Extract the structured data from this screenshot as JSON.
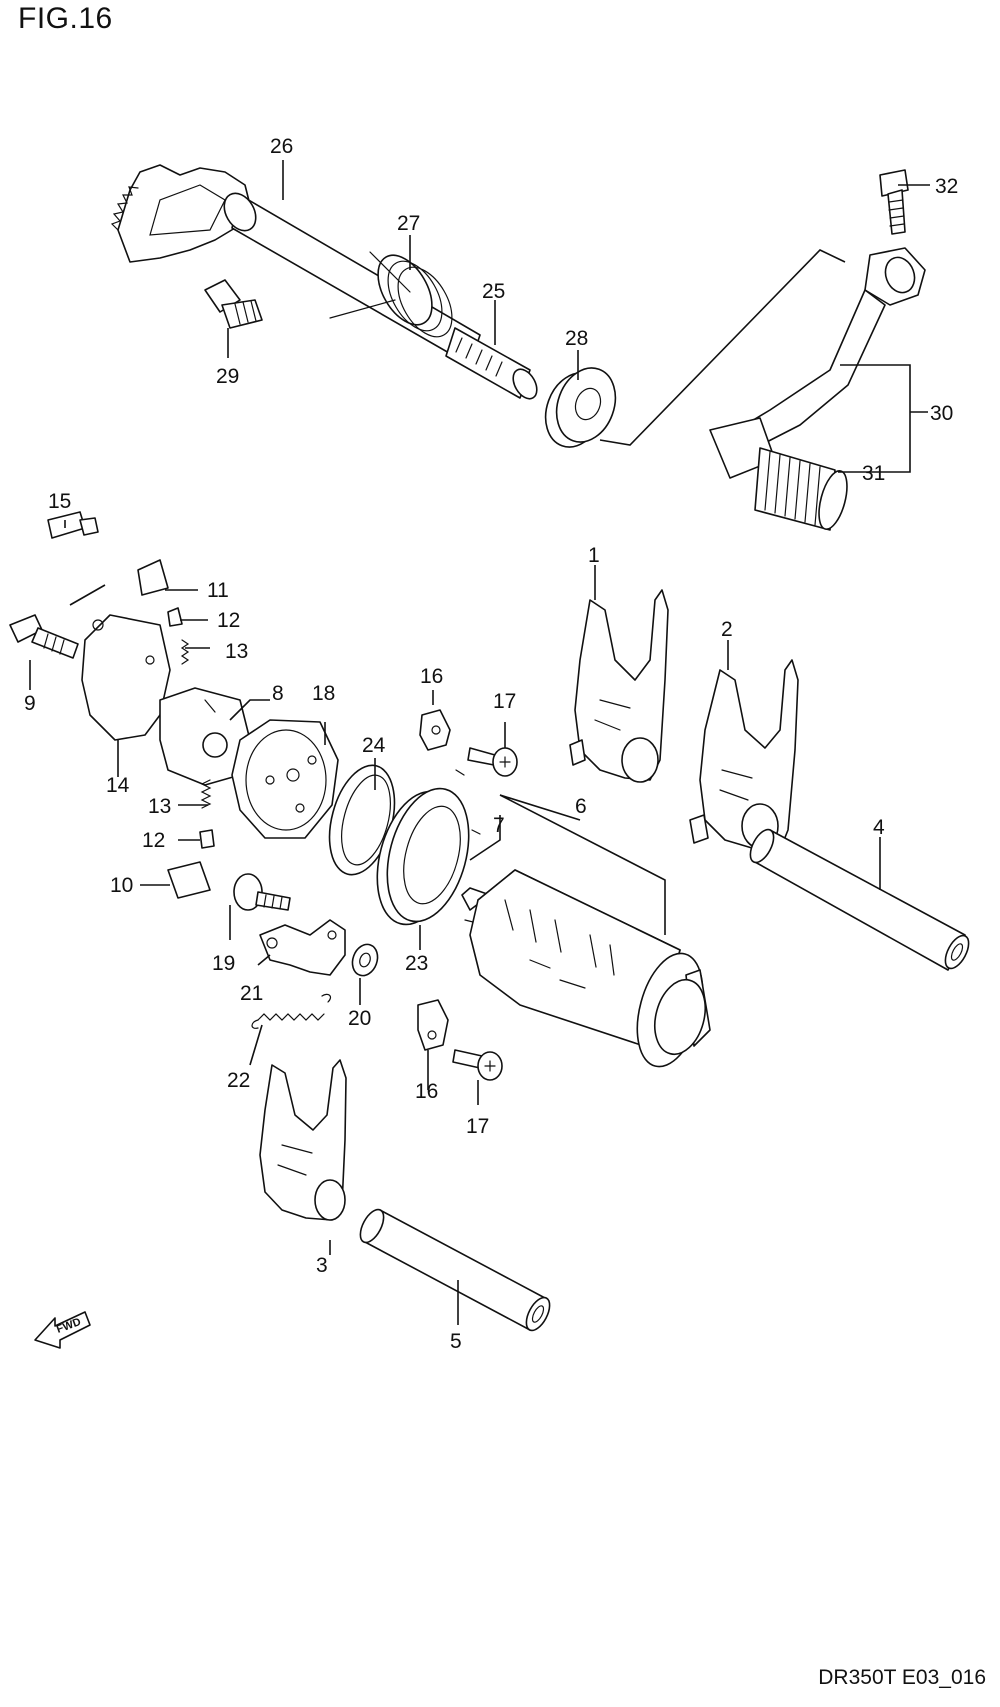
{
  "figure": {
    "title": "FIG.16",
    "code": "DR350T E03_016"
  },
  "callouts": {
    "c1": "1",
    "c2": "2",
    "c3": "3",
    "c4": "4",
    "c5": "5",
    "c6": "6",
    "c7": "7",
    "c8": "8",
    "c9": "9",
    "c10": "10",
    "c11": "11",
    "c12a": "12",
    "c12b": "12",
    "c13a": "13",
    "c13b": "13",
    "c14": "14",
    "c15": "15",
    "c16a": "16",
    "c16b": "16",
    "c17a": "17",
    "c17b": "17",
    "c18": "18",
    "c19": "19",
    "c20": "20",
    "c21": "21",
    "c22": "22",
    "c23": "23",
    "c24": "24",
    "c25": "25",
    "c26": "26",
    "c27": "27",
    "c28": "28",
    "c29": "29",
    "c30": "30",
    "c31": "31",
    "c32": "32"
  },
  "fwd_label": "FWD"
}
